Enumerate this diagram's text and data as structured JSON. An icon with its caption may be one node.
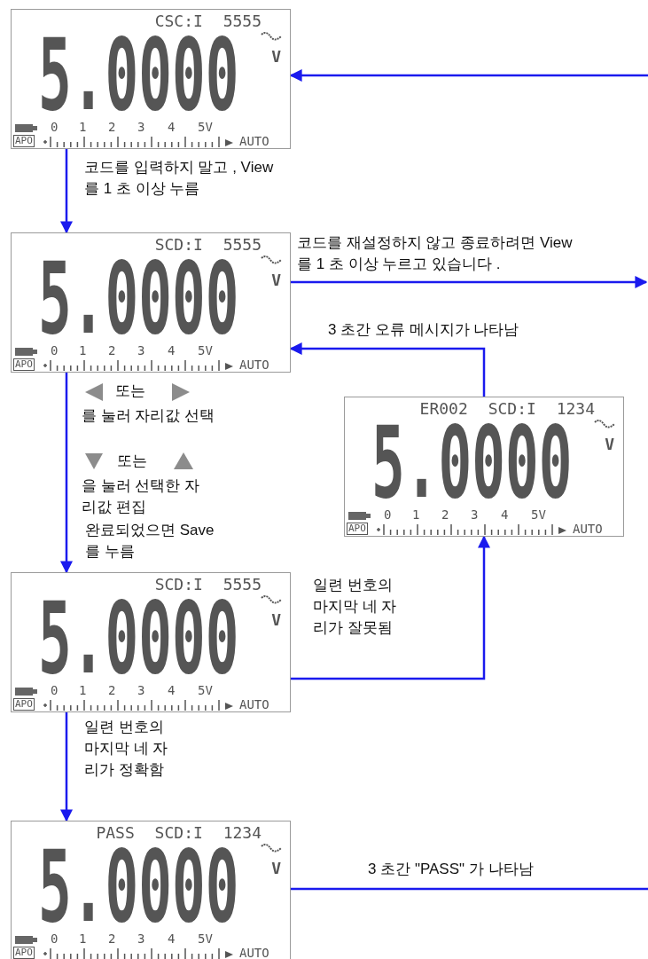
{
  "diagram": {
    "nodes": [
      {
        "text": [
          "CSC:I 5555",
          "5.0000",
          "V",
          "0",
          "1",
          "2",
          "3",
          "4",
          "5V",
          "APO",
          "AUTO"
        ]
      },
      {
        "text": [
          "SCD:I 5555",
          "5.0000",
          "V",
          "0",
          "1",
          "2",
          "3",
          "4",
          "5V",
          "APO",
          "AUTO"
        ]
      },
      {
        "text": [
          "ER002 SCD:I 1234",
          "5.0000",
          "V",
          "0",
          "1",
          "2",
          "3",
          "4",
          "5V",
          "APO",
          "AUTO"
        ]
      },
      {
        "text": [
          "SCD:I 5555",
          "5.0000",
          "V",
          "0",
          "1",
          "2",
          "3",
          "4",
          "5V",
          "APO",
          "AUTO"
        ]
      },
      {
        "text": [
          "PASS SCD:I 1234",
          "5.0000",
          "V",
          "0",
          "1",
          "2",
          "3",
          "4",
          "5V",
          "APO",
          "AUTO"
        ]
      }
    ],
    "edges": [
      {
        "from": 0,
        "to": 1,
        "arrow": "to",
        "label": "코드를 입력하지 말고 , View 를 1 초 이상 누름"
      },
      {
        "from": 1,
        "to": null,
        "arrow": "to",
        "label": "코드를 재설정하지 않고 종료하려면 View 를 1 초 이상 누르고 있습니다 ."
      },
      {
        "from": 2,
        "to": 1,
        "arrow": "to",
        "label": "3 초간 오류 메시지가 나타남"
      },
      {
        "from": 1,
        "to": 3,
        "arrow": "to"
      },
      {
        "from": 3,
        "to": 2,
        "arrow": "to",
        "label": "일련 번호의 마지막 네 자 리가 잘못됨"
      },
      {
        "from": 3,
        "to": 4,
        "arrow": "to",
        "label": "일련 번호의 마지막 네 자 리가 정확함"
      },
      {
        "from": 4,
        "to": null,
        "arrow": "none",
        "label": "3 초간 \"PASS\" 가 나타남"
      },
      {
        "from": null,
        "to": 0,
        "arrow": "to"
      }
    ],
    "labels": [
      "또는",
      "를 눌러 자리값 선택",
      "또는",
      "을 눌러 선택한 자 리값 편집",
      "완료되었으면 Save 를 누름"
    ]
  }
}
